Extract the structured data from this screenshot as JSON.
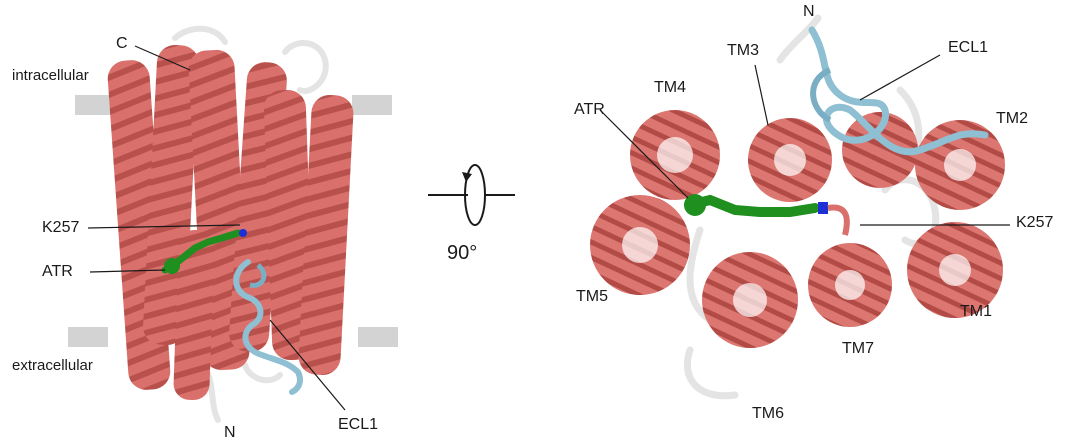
{
  "side_view": {
    "labels": {
      "c_terminus": "C",
      "intracellular": "intracellular",
      "extracellular": "extracellular",
      "k257": "K257",
      "atr": "ATR",
      "n_terminus": "N",
      "ecl1": "ECL1"
    }
  },
  "rotation": {
    "angle": "90°"
  },
  "top_view": {
    "labels": {
      "n_terminus": "N",
      "tm3": "TM3",
      "ecl1": "ECL1",
      "tm4": "TM4",
      "atr": "ATR",
      "tm2": "TM2",
      "k257": "K257",
      "tm5": "TM5",
      "tm1": "TM1",
      "tm7": "TM7",
      "tm6": "TM6"
    }
  },
  "colors": {
    "helix": "#d9706b",
    "helix_dark": "#b8504c",
    "loop": "#e6e6e6",
    "ecl1_loop": "#8ebfd2",
    "retinal": "#1f8f1f",
    "lysine_n": "#1f2fd6",
    "membrane": "#d3d3d3"
  }
}
